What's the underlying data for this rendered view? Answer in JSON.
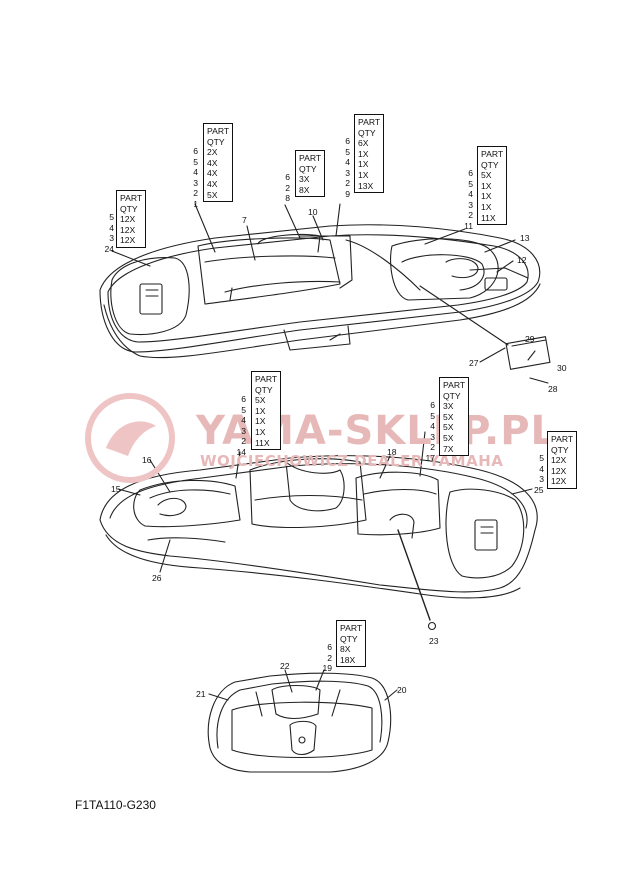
{
  "document_code": "F1TA110-G230",
  "watermark": {
    "main": "YAMA-SKLEP.PL",
    "sub": "WOJCIECHOWICZ DEALER YAMAHA"
  },
  "table_header": [
    "PART",
    "QTY"
  ],
  "tables": [
    {
      "id": "t1",
      "parts": [
        "5",
        "4",
        "3",
        "24"
      ],
      "qty": [
        "12X",
        "12X",
        "12X"
      ]
    },
    {
      "id": "t2",
      "parts": [
        "6",
        "5",
        "4",
        "3",
        "2",
        "1"
      ],
      "qty": [
        "2X",
        "4X",
        "4X",
        "4X",
        "5X"
      ]
    },
    {
      "id": "t3",
      "parts": [
        "6",
        "2",
        "8"
      ],
      "qty": [
        "3X",
        "8X"
      ]
    },
    {
      "id": "t4",
      "parts": [
        "6",
        "5",
        "4",
        "3",
        "2",
        "9"
      ],
      "qty": [
        "6X",
        "1X",
        "1X",
        "1X",
        "13X"
      ]
    },
    {
      "id": "t5",
      "parts": [
        "6",
        "5",
        "4",
        "3",
        "2",
        "11"
      ],
      "qty": [
        "5X",
        "1X",
        "1X",
        "1X",
        "11X"
      ]
    },
    {
      "id": "t6",
      "parts": [
        "6",
        "5",
        "4",
        "3",
        "2",
        "14"
      ],
      "qty": [
        "5X",
        "1X",
        "1X",
        "1X",
        "11X"
      ]
    },
    {
      "id": "t7",
      "parts": [
        "6",
        "5",
        "4",
        "3",
        "2",
        "17"
      ],
      "qty": [
        "3X",
        "5X",
        "5X",
        "5X",
        "7X"
      ]
    },
    {
      "id": "t8",
      "parts": [
        "5",
        "4",
        "3"
      ],
      "qty": [
        "12X",
        "12X",
        "12X"
      ]
    },
    {
      "id": "t9",
      "parts": [
        "6",
        "2",
        "19"
      ],
      "qty": [
        "8X",
        "18X"
      ]
    }
  ],
  "callouts": [
    "7",
    "10",
    "13",
    "12",
    "29",
    "30",
    "27",
    "28",
    "16",
    "15",
    "18",
    "25",
    "26",
    "23",
    "22",
    "21",
    "20"
  ]
}
